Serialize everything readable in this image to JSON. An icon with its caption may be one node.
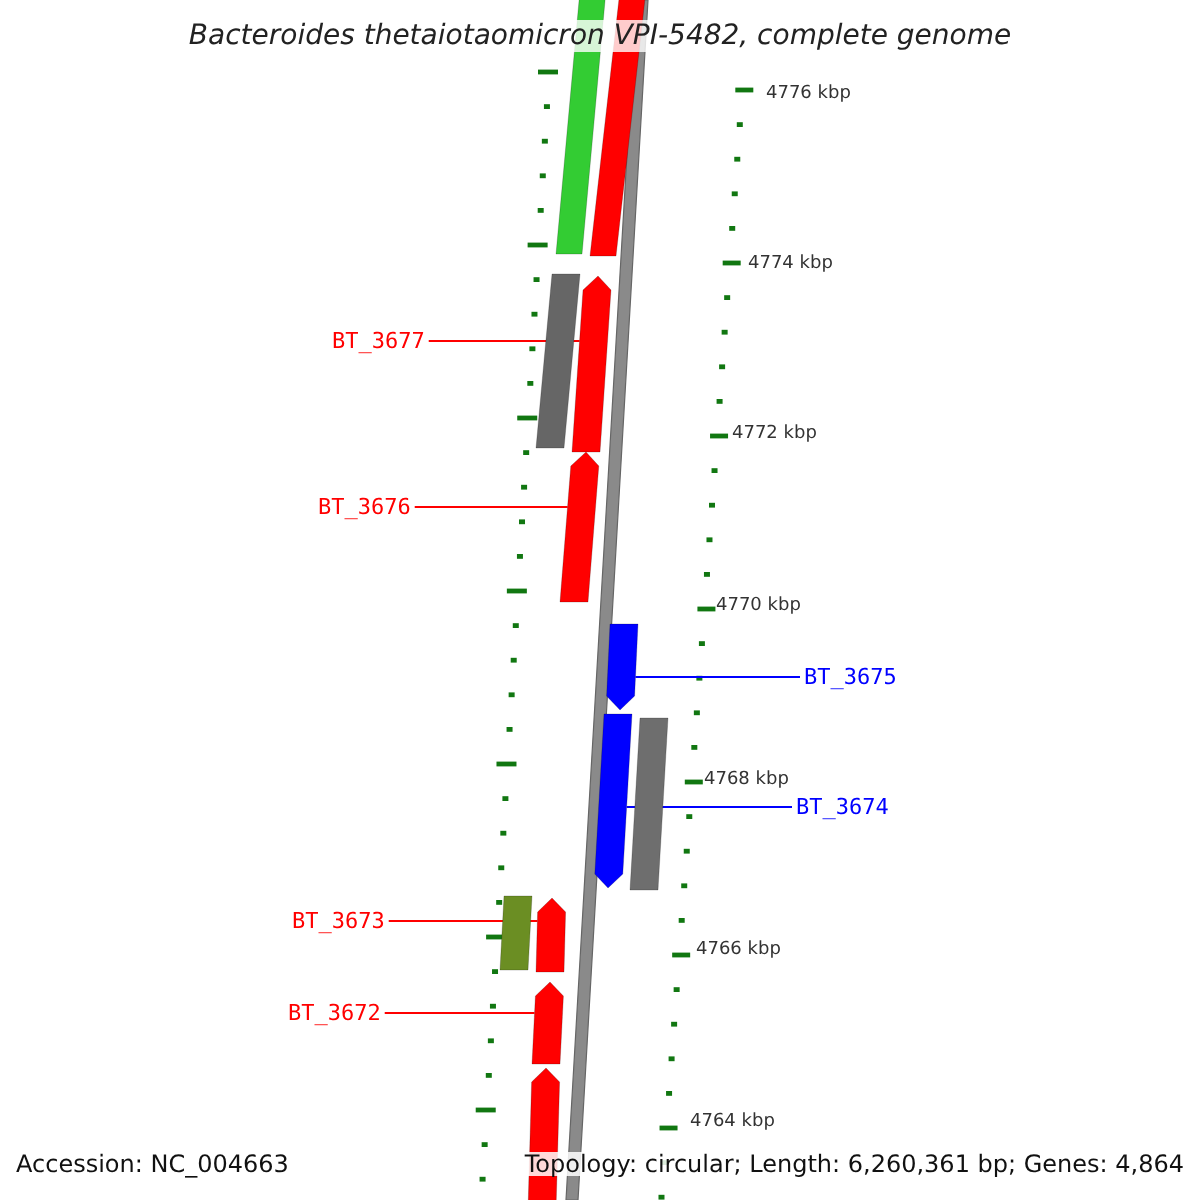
{
  "diagram": {
    "title": "Bacteroides thetaiotaomicron VPI-5482, complete genome",
    "nodes": [
      {
        "text": [
          "BT_3677"
        ]
      },
      {
        "text": [],
        "shape": "bar"
      },
      {
        "text": [
          "BT_3676"
        ]
      },
      {
        "text": [],
        "shape": "bar"
      },
      {
        "text": [
          "BT_3675"
        ]
      },
      {
        "text": [],
        "shape": "bar"
      },
      {
        "text": [
          "BT_3674"
        ]
      },
      {
        "text": [],
        "shape": "bar"
      },
      {
        "text": [
          "BT_3673"
        ]
      },
      {
        "text": [],
        "shape": "bar"
      },
      {
        "text": [
          "BT_3672"
        ]
      },
      {
        "text": [],
        "shape": "bar"
      },
      {
        "text": [],
        "shape": "bar"
      },
      {
        "text": [],
        "shape": "bar"
      },
      {
        "text": [],
        "shape": "bar"
      },
      {
        "text": [],
        "shape": "bar"
      },
      {
        "text": [],
        "shape": "bar"
      },
      {
        "text": [],
        "shape": "bar"
      }
    ],
    "edges": [
      {
        "from": 0,
        "to": 1,
        "arrow": "none"
      },
      {
        "from": 2,
        "to": 3,
        "arrow": "none"
      },
      {
        "from": 4,
        "to": 5,
        "arrow": "none",
        "color": "#0000ff"
      },
      {
        "from": 6,
        "to": 7,
        "arrow": "none",
        "color": "#0000ff"
      },
      {
        "from": 8,
        "to": 9,
        "arrow": "none"
      },
      {
        "from": 10,
        "to": 11,
        "arrow": "none"
      }
    ],
    "labels": [
      "4776 kbp",
      "4774 kbp",
      "4772 kbp",
      "4770 kbp",
      "4768 kbp",
      "4766 kbp",
      "4764 kbp",
      "Accession: NC_004663",
      "Topology: circular; Length: 6,260,361 bp; Genes: 4,864"
    ]
  }
}
